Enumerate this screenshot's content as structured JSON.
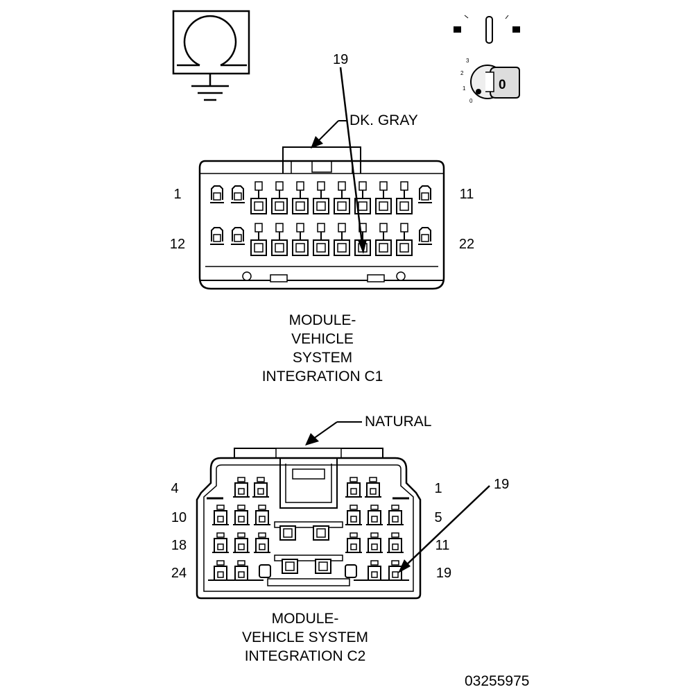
{
  "ground_symbol": {
    "icon": "ground-icon"
  },
  "ignition_symbol": {
    "icon": "ignition-key-icon",
    "positions": [
      "3",
      "2",
      "1",
      "0"
    ],
    "key_label": "0"
  },
  "connector_c1": {
    "color_label": "DK. GRAY",
    "callout_pin": "19",
    "pins_left": [
      "1",
      "12"
    ],
    "pins_right": [
      "11",
      "22"
    ],
    "title_lines": [
      "MODULE-",
      "VEHICLE",
      "SYSTEM",
      "INTEGRATION C1"
    ]
  },
  "connector_c2": {
    "color_label": "NATURAL",
    "callout_pin": "19",
    "pins_left": [
      "4",
      "10",
      "18",
      "24"
    ],
    "pins_right": [
      "1",
      "5",
      "11",
      "19"
    ],
    "title_lines": [
      "MODULE-",
      "VEHICLE SYSTEM",
      "INTEGRATION C2"
    ]
  },
  "figure_id": "03255975"
}
